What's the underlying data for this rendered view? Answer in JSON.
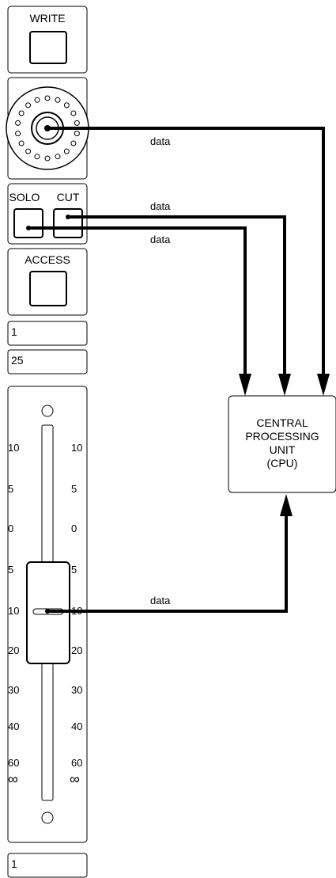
{
  "strip": {
    "write_label": "WRITE",
    "solo_label": "SOLO",
    "cut_label": "CUT",
    "access_label": "ACCESS",
    "display_1": "1",
    "display_2": "25",
    "bottom_display": "1"
  },
  "fader": {
    "scale_left": [
      "10",
      "5",
      "0",
      "5",
      "10",
      "20",
      "30",
      "40",
      "60"
    ],
    "scale_right": [
      "10",
      "5",
      "0",
      "5",
      "10",
      "20",
      "30",
      "40",
      "60"
    ],
    "infinity_symbol": "∞"
  },
  "cpu": {
    "lines": [
      "CENTRAL",
      "PROCESSING",
      "UNIT",
      "(CPU)"
    ]
  },
  "connections": {
    "knob_label": "data",
    "cut_label": "data",
    "solo_label": "data",
    "fader_label": "data"
  },
  "colors": {
    "stroke": "#000000",
    "background": "#ffffff"
  }
}
